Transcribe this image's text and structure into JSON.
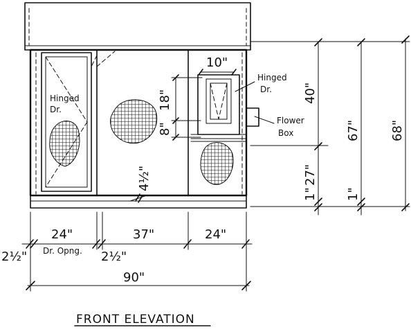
{
  "labels": {
    "hinged_dr_left": [
      "Hinged",
      "Dr."
    ],
    "hinged_dr_right": [
      "Hinged",
      "Dr."
    ],
    "flower_box": [
      "Flower",
      "Box"
    ],
    "dr_opng": "Dr. Opng.",
    "title": "FRONT ELEVATION"
  },
  "dimensions": {
    "d10": "10\"",
    "d18": "18\"",
    "d8": "8\"",
    "d4half": "4½\"",
    "d40": "40\"",
    "d27": "27\"",
    "d67": "67\"",
    "d68": "68\"",
    "d1a": "1\"",
    "d1b": "1\"",
    "d24a": "24\"",
    "d37": "37\"",
    "d24b": "24\"",
    "d2half_a": "2½\"",
    "d2half_b": "2½\"",
    "d90": "90\""
  }
}
